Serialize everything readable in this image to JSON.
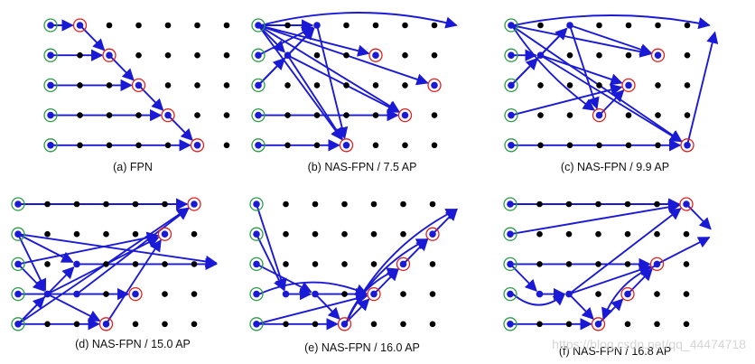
{
  "colors": {
    "node": "#000000",
    "edge": "#1a1ad6",
    "active_node": "#1a1ad6",
    "input_ring": "#2e9b48",
    "output_ring": "#e02020"
  },
  "grid": {
    "rows": 5,
    "cols": 7
  },
  "panels": [
    {
      "caption": "(a) FPN",
      "inputs": [
        0,
        1,
        2,
        3,
        4
      ],
      "outputs": [
        [
          0,
          1
        ],
        [
          1,
          2
        ],
        [
          2,
          3
        ],
        [
          3,
          4
        ],
        [
          4,
          5
        ]
      ],
      "active": [],
      "edges": [
        [
          [
            0,
            0
          ],
          [
            0,
            1
          ],
          0
        ],
        [
          [
            1,
            0
          ],
          [
            1,
            2
          ],
          0
        ],
        [
          [
            2,
            0
          ],
          [
            2,
            3
          ],
          0
        ],
        [
          [
            3,
            0
          ],
          [
            3,
            4
          ],
          0
        ],
        [
          [
            4,
            0
          ],
          [
            4,
            5
          ],
          0
        ],
        [
          [
            0,
            1
          ],
          [
            1,
            2
          ],
          0
        ],
        [
          [
            1,
            2
          ],
          [
            2,
            3
          ],
          0
        ],
        [
          [
            2,
            3
          ],
          [
            3,
            4
          ],
          0
        ],
        [
          [
            3,
            4
          ],
          [
            4,
            5
          ],
          0
        ]
      ]
    },
    {
      "caption": "(b) NAS-FPN / 7.5 AP",
      "inputs": [
        0,
        1,
        2,
        3,
        4
      ],
      "outputs": [
        [
          0,
          7
        ],
        [
          1,
          4
        ],
        [
          2,
          6
        ],
        [
          3,
          5
        ],
        [
          4,
          3
        ]
      ],
      "active": [
        [
          0,
          2
        ],
        [
          1,
          1
        ],
        [
          0,
          0
        ]
      ],
      "edges": [
        [
          [
            0,
            0
          ],
          [
            0,
            7
          ],
          -28
        ],
        [
          [
            0,
            0
          ],
          [
            0,
            2
          ],
          0
        ],
        [
          [
            1,
            0
          ],
          [
            0,
            2
          ],
          0
        ],
        [
          [
            2,
            0
          ],
          [
            1,
            1
          ],
          0
        ],
        [
          [
            2,
            0
          ],
          [
            0,
            2
          ],
          0
        ],
        [
          [
            0,
            0
          ],
          [
            1,
            4
          ],
          0
        ],
        [
          [
            0,
            0
          ],
          [
            2,
            6
          ],
          0
        ],
        [
          [
            1,
            1
          ],
          [
            3,
            5
          ],
          0
        ],
        [
          [
            0,
            0
          ],
          [
            4,
            3
          ],
          0
        ],
        [
          [
            1,
            1
          ],
          [
            4,
            3
          ],
          0
        ],
        [
          [
            0,
            2
          ],
          [
            4,
            3
          ],
          0
        ],
        [
          [
            3,
            0
          ],
          [
            3,
            5
          ],
          0
        ],
        [
          [
            4,
            0
          ],
          [
            4,
            3
          ],
          0
        ],
        [
          [
            0,
            0
          ],
          [
            1,
            1
          ],
          0
        ],
        [
          [
            1,
            1
          ],
          [
            0,
            2
          ],
          0
        ],
        [
          [
            0,
            0
          ],
          [
            3,
            5
          ],
          0
        ]
      ]
    },
    {
      "caption": "(c) NAS-FPN / 9.9 AP",
      "inputs": [
        0,
        1,
        2,
        3,
        4
      ],
      "outputs": [
        [
          0,
          7
        ],
        [
          1,
          5
        ],
        [
          2,
          4
        ],
        [
          3,
          3
        ],
        [
          4,
          6
        ]
      ],
      "active": [
        [
          0,
          2
        ],
        [
          1,
          1
        ]
      ],
      "edges": [
        [
          [
            0,
            0
          ],
          [
            0,
            7
          ],
          -22
        ],
        [
          [
            0,
            0
          ],
          [
            1,
            5
          ],
          0
        ],
        [
          [
            1,
            0
          ],
          [
            1,
            1
          ],
          0
        ],
        [
          [
            2,
            0
          ],
          [
            1,
            1
          ],
          0
        ],
        [
          [
            2,
            0
          ],
          [
            0,
            2
          ],
          0
        ],
        [
          [
            1,
            1
          ],
          [
            0,
            2
          ],
          0
        ],
        [
          [
            0,
            0
          ],
          [
            3,
            3
          ],
          12
        ],
        [
          [
            1,
            1
          ],
          [
            2,
            4
          ],
          0
        ],
        [
          [
            3,
            3
          ],
          [
            2,
            4
          ],
          0
        ],
        [
          [
            3,
            0
          ],
          [
            2,
            4
          ],
          0
        ],
        [
          [
            0,
            2
          ],
          [
            3,
            3
          ],
          0
        ],
        [
          [
            1,
            1
          ],
          [
            4,
            6
          ],
          0
        ],
        [
          [
            0,
            0
          ],
          [
            4,
            6
          ],
          0
        ],
        [
          [
            4,
            0
          ],
          [
            4,
            6
          ],
          0
        ],
        [
          [
            4,
            6
          ],
          [
            0,
            7
          ],
          0
        ],
        [
          [
            0,
            2
          ],
          [
            1,
            5
          ],
          0
        ]
      ]
    },
    {
      "caption": "(d) NAS-FPN / 15.0 AP",
      "inputs": [
        0,
        1,
        2,
        3,
        4
      ],
      "outputs": [
        [
          0,
          6
        ],
        [
          1,
          5
        ],
        [
          2,
          7
        ],
        [
          3,
          4
        ],
        [
          4,
          3
        ]
      ],
      "active": [
        [
          2,
          2
        ],
        [
          3,
          1
        ],
        [
          3,
          2
        ]
      ],
      "edges": [
        [
          [
            0,
            0
          ],
          [
            0,
            6
          ],
          0
        ],
        [
          [
            1,
            0
          ],
          [
            2,
            7
          ],
          0
        ],
        [
          [
            1,
            0
          ],
          [
            2,
            2
          ],
          0
        ],
        [
          [
            2,
            0
          ],
          [
            3,
            1
          ],
          0
        ],
        [
          [
            2,
            0
          ],
          [
            1,
            5
          ],
          0
        ],
        [
          [
            3,
            0
          ],
          [
            3,
            4
          ],
          0
        ],
        [
          [
            4,
            0
          ],
          [
            4,
            3
          ],
          0
        ],
        [
          [
            4,
            0
          ],
          [
            0,
            6
          ],
          0
        ],
        [
          [
            2,
            2
          ],
          [
            2,
            7
          ],
          0
        ],
        [
          [
            3,
            1
          ],
          [
            4,
            3
          ],
          0
        ],
        [
          [
            4,
            0
          ],
          [
            3,
            1
          ],
          0
        ],
        [
          [
            4,
            0
          ],
          [
            2,
            2
          ],
          0
        ],
        [
          [
            3,
            1
          ],
          [
            1,
            5
          ],
          0
        ],
        [
          [
            4,
            3
          ],
          [
            1,
            5
          ],
          0
        ],
        [
          [
            3,
            2
          ],
          [
            0,
            6
          ],
          0
        ],
        [
          [
            1,
            0
          ],
          [
            3,
            1
          ],
          0
        ]
      ]
    },
    {
      "caption": "(e) NAS-FPN / 16.0 AP",
      "inputs": [
        0,
        1,
        2,
        3,
        4
      ],
      "outputs": [
        [
          0,
          7
        ],
        [
          1,
          6
        ],
        [
          2,
          5
        ],
        [
          3,
          4
        ],
        [
          4,
          3
        ]
      ],
      "active": [
        [
          3,
          1
        ],
        [
          3,
          2
        ]
      ],
      "edges": [
        [
          [
            0,
            0
          ],
          [
            3,
            1
          ],
          0
        ],
        [
          [
            1,
            0
          ],
          [
            3,
            1
          ],
          0
        ],
        [
          [
            2,
            0
          ],
          [
            3,
            2
          ],
          0
        ],
        [
          [
            3,
            1
          ],
          [
            3,
            2
          ],
          0
        ],
        [
          [
            3,
            0
          ],
          [
            3,
            4
          ],
          -26
        ],
        [
          [
            3,
            2
          ],
          [
            4,
            3
          ],
          0
        ],
        [
          [
            4,
            0
          ],
          [
            4,
            3
          ],
          0
        ],
        [
          [
            4,
            3
          ],
          [
            3,
            4
          ],
          0
        ],
        [
          [
            4,
            3
          ],
          [
            2,
            5
          ],
          -18
        ],
        [
          [
            4,
            3
          ],
          [
            1,
            6
          ],
          -22
        ],
        [
          [
            4,
            3
          ],
          [
            0,
            7
          ],
          -30
        ],
        [
          [
            3,
            4
          ],
          [
            2,
            5
          ],
          0
        ],
        [
          [
            2,
            5
          ],
          [
            1,
            6
          ],
          0
        ],
        [
          [
            1,
            6
          ],
          [
            0,
            7
          ],
          0
        ],
        [
          [
            4,
            0
          ],
          [
            3,
            4
          ],
          0
        ],
        [
          [
            3,
            2
          ],
          [
            3,
            4
          ],
          0
        ]
      ]
    },
    {
      "caption": "(f) NAS-FPN / 16.8 AP",
      "inputs": [
        0,
        1,
        2,
        3,
        4
      ],
      "outputs": [
        [
          0,
          6
        ],
        [
          1,
          7
        ],
        [
          2,
          5
        ],
        [
          3,
          4
        ],
        [
          4,
          3
        ]
      ],
      "active": [
        [
          3,
          1
        ],
        [
          3,
          2
        ]
      ],
      "edges": [
        [
          [
            0,
            0
          ],
          [
            0,
            6
          ],
          0
        ],
        [
          [
            1,
            0
          ],
          [
            0,
            6
          ],
          0
        ],
        [
          [
            2,
            0
          ],
          [
            3,
            1
          ],
          0
        ],
        [
          [
            3,
            0
          ],
          [
            3,
            2
          ],
          24
        ],
        [
          [
            3,
            1
          ],
          [
            3,
            2
          ],
          0
        ],
        [
          [
            3,
            2
          ],
          [
            0,
            6
          ],
          0
        ],
        [
          [
            0,
            6
          ],
          [
            1,
            7
          ],
          0
        ],
        [
          [
            2,
            0
          ],
          [
            2,
            5
          ],
          0
        ],
        [
          [
            3,
            2
          ],
          [
            4,
            3
          ],
          0
        ],
        [
          [
            4,
            0
          ],
          [
            4,
            3
          ],
          0
        ],
        [
          [
            4,
            3
          ],
          [
            3,
            4
          ],
          0
        ],
        [
          [
            3,
            4
          ],
          [
            2,
            5
          ],
          0
        ],
        [
          [
            2,
            5
          ],
          [
            4,
            3
          ],
          18
        ],
        [
          [
            3,
            2
          ],
          [
            2,
            5
          ],
          0
        ],
        [
          [
            2,
            5
          ],
          [
            1,
            7
          ],
          0
        ]
      ]
    }
  ],
  "watermark": "https://blog.csdn.net/qq_44474718"
}
